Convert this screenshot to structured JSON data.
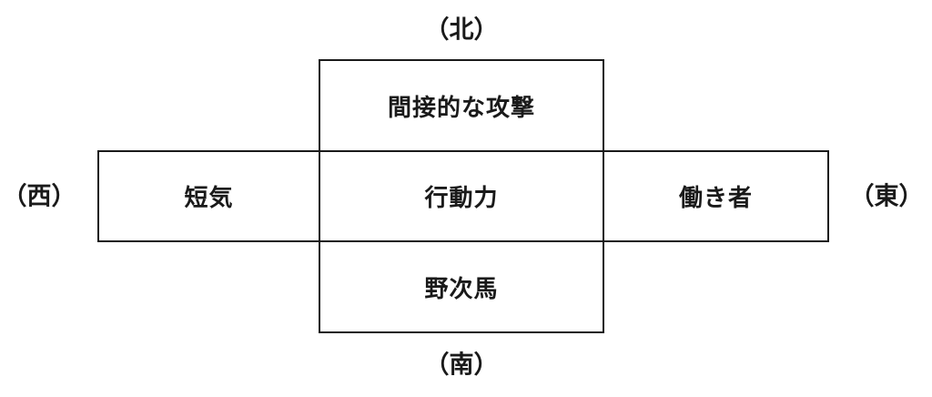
{
  "directions": {
    "north": "（北）",
    "south": "（南）",
    "west": "（西）",
    "east": "（東）"
  },
  "cells": {
    "north": "間接的な攻撃",
    "west": "短気",
    "center": "行動力",
    "east": "働き者",
    "south": "野次馬"
  }
}
